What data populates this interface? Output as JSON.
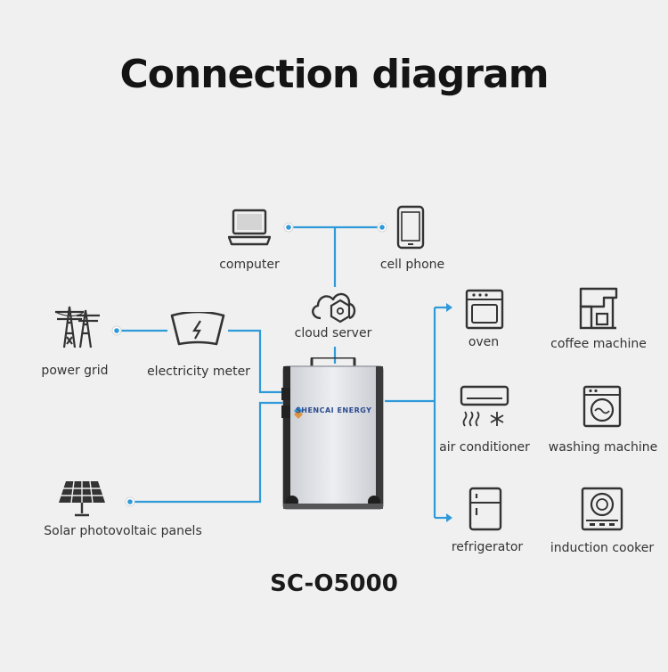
{
  "title": "Connection diagram",
  "model": "SC-O5000",
  "brand": "SHENCAI ENERGY",
  "colors": {
    "wire": "#2f9ad8",
    "icon": "#333333",
    "accent": "#2f9ad8"
  },
  "labels": {
    "computer": "computer",
    "cell_phone": "cell phone",
    "cloud_server": "cloud server",
    "power_grid": "power grid",
    "electricity_meter": "electricity meter",
    "solar": "Solar photovoltaic panels",
    "oven": "oven",
    "coffee_machine": "coffee machine",
    "air_conditioner": "air conditioner",
    "washing_machine": "washing machine",
    "refrigerator": "refrigerator",
    "induction_cooker": "induction cooker"
  },
  "icons": [
    "laptop-icon",
    "phone-icon",
    "cloud-icon",
    "power-tower-icon",
    "meter-icon",
    "solar-panel-icon",
    "oven-icon",
    "coffee-machine-icon",
    "air-conditioner-icon",
    "washing-machine-icon",
    "refrigerator-icon",
    "induction-cooker-icon"
  ]
}
